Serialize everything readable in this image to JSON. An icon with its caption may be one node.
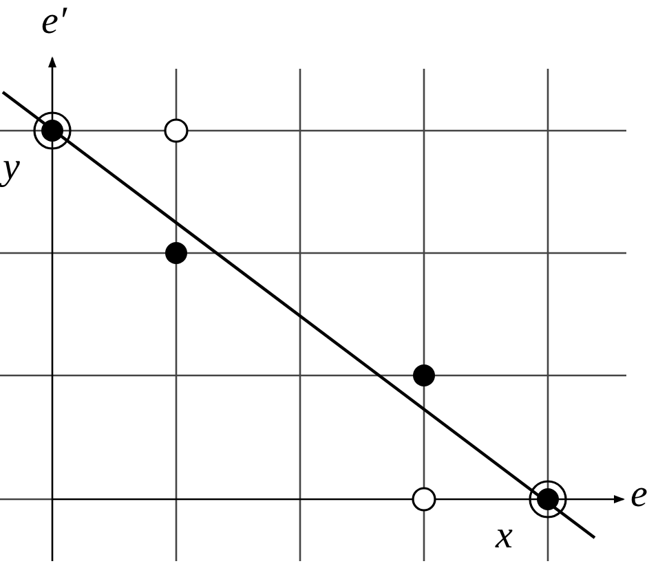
{
  "diagram": {
    "labels": [
      "e′",
      "y",
      "x",
      "e"
    ]
  }
}
